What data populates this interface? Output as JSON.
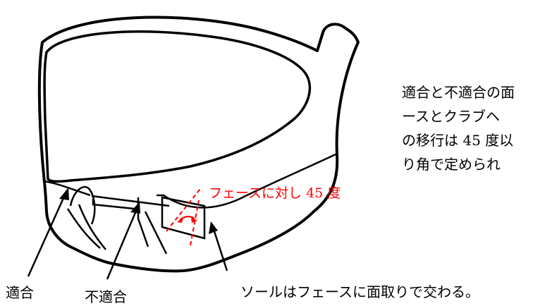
{
  "description_lines": [
    "適合と不適合の面",
    "ースとクラブヘ",
    "の移行は 45 度以",
    "り角で定められ"
  ],
  "annotation_angle": "フェースに対し 45 度",
  "labels": {
    "conforming": "適合",
    "nonconforming": "不適合",
    "sole_caption": "ソールはフェースに面取りで交わる。"
  },
  "colors": {
    "outline": "#000000",
    "annotation": "#ff0000"
  }
}
